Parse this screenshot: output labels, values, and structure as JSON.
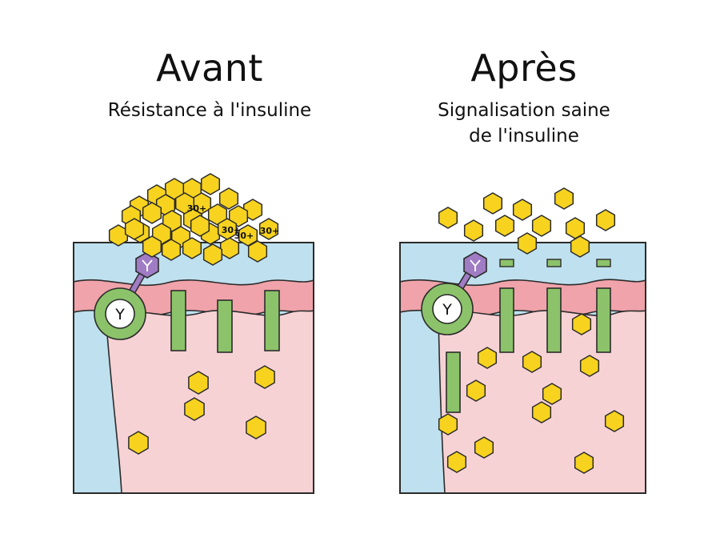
{
  "before": {
    "title": "Avant",
    "subtitle": "Résistance à l'insuline",
    "cluster_label": "30+",
    "receptor_symbol": "Y"
  },
  "after": {
    "title": "Après",
    "subtitle": "Signalisation saine\nde l'insuline",
    "receptor_symbol": "Y"
  },
  "colors": {
    "insulin": "#f7d31f",
    "insulin_stroke": "#2b2b2b",
    "membrane_blue": "#bfe0ee",
    "membrane_pink": "#f0a3aa",
    "cytoplasm": "#f7d2d5",
    "channel_green": "#8cc36a",
    "receptor_purple": "#a07cc4",
    "outline": "#2b2b2b"
  }
}
